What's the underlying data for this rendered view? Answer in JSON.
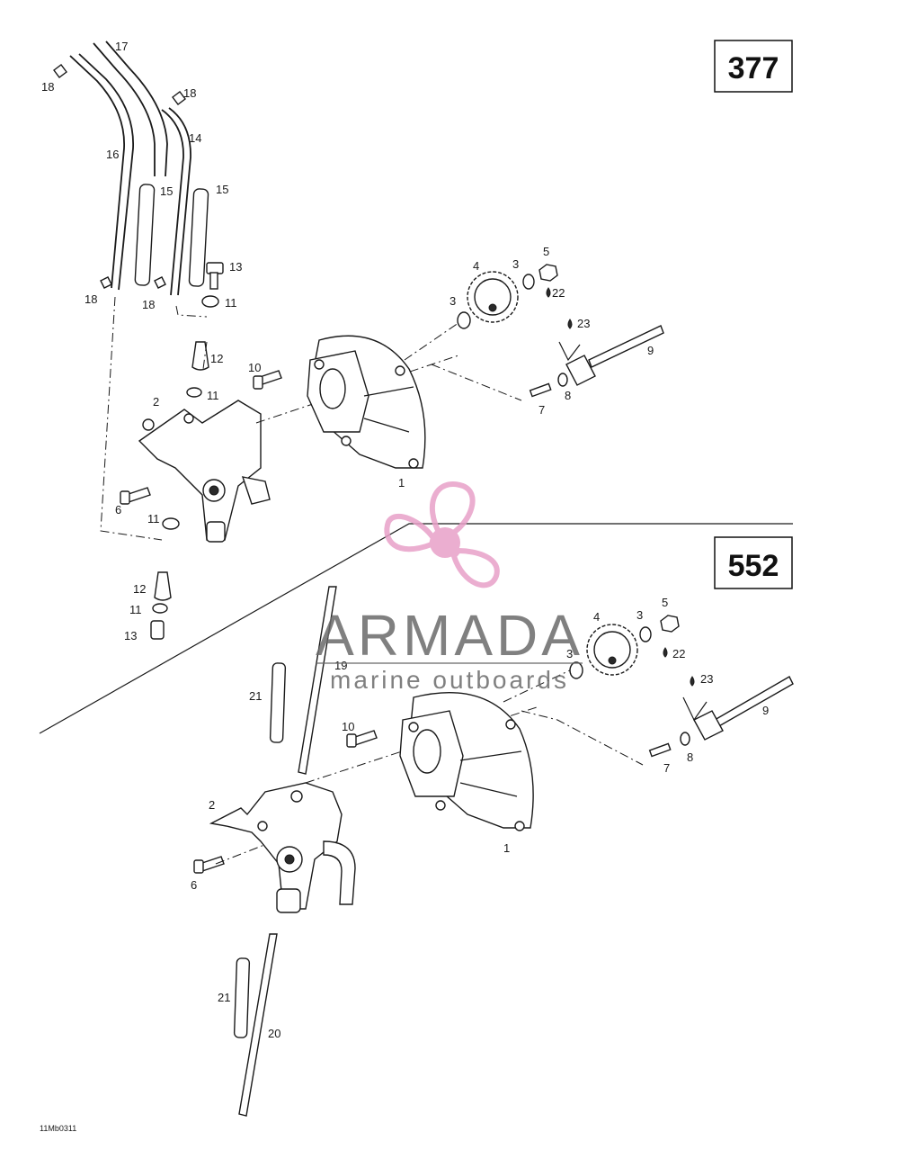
{
  "diagram": {
    "sections": [
      {
        "label": "377"
      },
      {
        "label": "552"
      }
    ],
    "callouts_377": [
      "17",
      "18",
      "18",
      "16",
      "14",
      "15",
      "15",
      "13",
      "11",
      "18",
      "18",
      "12",
      "11",
      "10",
      "2",
      "6",
      "11",
      "12",
      "11",
      "13",
      "1",
      "3",
      "4",
      "3",
      "5",
      "22",
      "23",
      "9",
      "7",
      "8"
    ],
    "callouts_552": [
      "19",
      "21",
      "10",
      "2",
      "6",
      "1",
      "3",
      "4",
      "3",
      "5",
      "22",
      "23",
      "9",
      "7",
      "8",
      "21",
      "20"
    ],
    "drawing_code": "11Mb0311"
  },
  "watermark": {
    "brand": "ARMADA",
    "tagline": "marine outboards",
    "logo_color": "#e8a0c8",
    "text_color": "#6b6b6b"
  }
}
